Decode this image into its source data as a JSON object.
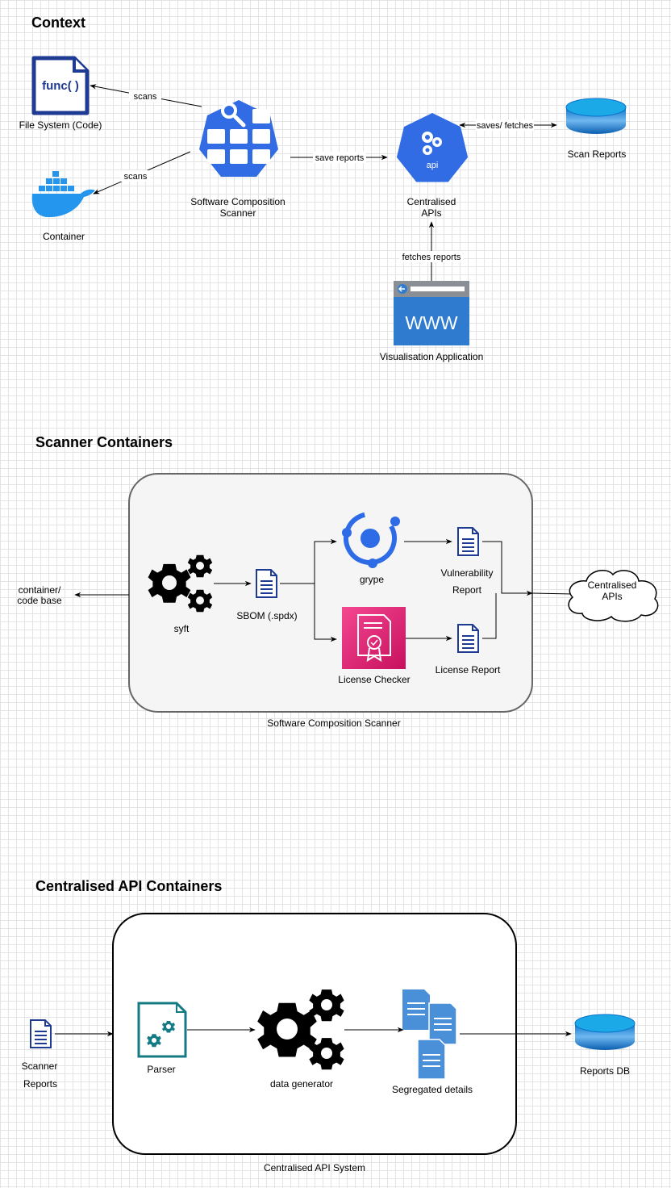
{
  "sections": {
    "context": "Context",
    "scanner": "Scanner Containers",
    "api": "Centralised API Containers"
  },
  "context": {
    "file_system": "File System (Code)",
    "func_icon_text": "func( )",
    "container": "Container",
    "scanner": [
      "Software Composition",
      "Scanner"
    ],
    "centralised_apis": [
      "Centralised",
      "APIs"
    ],
    "api_icon_text": "api",
    "scan_reports": "Scan Reports",
    "visualisation_app": "Visualisation Application",
    "www_text": "WWW",
    "edges": {
      "scans_fs": "scans",
      "scans_container": "scans",
      "save_reports": "save reports",
      "saves_fetches": "saves/ fetches",
      "fetches_reports": "fetches reports"
    }
  },
  "scanner": {
    "container_codebase": [
      "container/",
      "code base"
    ],
    "syft": "syft",
    "sbom": "SBOM (.spdx)",
    "grype": "grype",
    "license_checker": "License Checker",
    "vulnerability_report": [
      "Vulnerability",
      "Report"
    ],
    "license_report": "License Report",
    "cloud": [
      "Centralised",
      "APIs"
    ],
    "system_caption": "Software Composition Scanner"
  },
  "api": {
    "scanner_reports": [
      "Scanner",
      "Reports"
    ],
    "parser": "Parser",
    "data_generator": "data generator",
    "segregated": "Segregated details",
    "reports_db": "Reports DB",
    "system_caption": "Centralised API System"
  },
  "colors": {
    "k8s_blue": "#326CE5",
    "doc_blue": "#1F3A93",
    "docker_blue": "#2496ED",
    "grype_blue": "#2E6BE6",
    "license_pink": "#E7157B",
    "parser_teal": "#147A84",
    "segregated_blue": "#4A90D9",
    "db_top": "#1BA9E8",
    "scanner_box_fill": "#f5f5f5",
    "scanner_box_stroke": "#666666"
  }
}
